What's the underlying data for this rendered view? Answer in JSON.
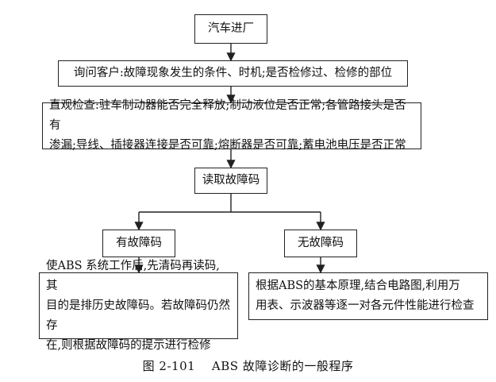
{
  "nodes": {
    "start": "汽车进厂",
    "inquiry": "询问客户:故障现象发生的条件、时机;是否检修过、检修的部位",
    "visual_check": "直观检查:驻车制动器能否完全释放;制动液位是否正常;各管路接头是否有\n渗漏;导线、插接器连接是否可靠;熔断器是否可靠;蓄电池电压是否正常",
    "read_code": "读取故障码",
    "has_code": "有故障码",
    "no_code": "无故障码",
    "has_code_action": "使ABS 系统工作后,先清码再读码,其\n目的是排历史故障码。若故障码仍然存\n在,则根据故障码的提示进行检修",
    "no_code_action": "根据ABS的基本原理,结合电路图,利用万\n用表、示波器等逐一对各元件性能进行检查"
  },
  "caption": "图 2-101　 ABS 故障诊断的一般程序"
}
